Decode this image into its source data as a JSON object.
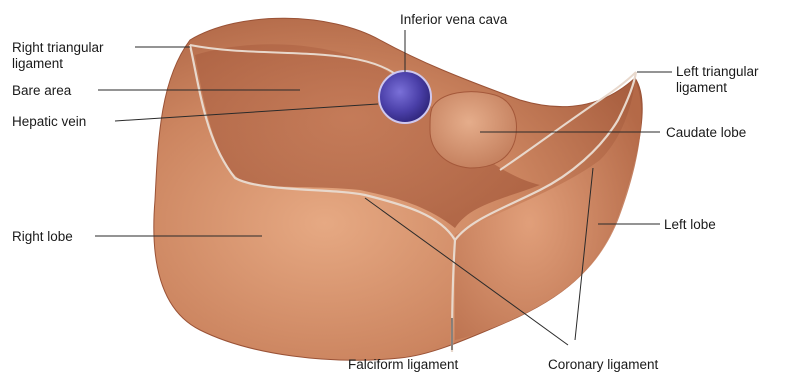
{
  "colors": {
    "liver_base": "#c9805a",
    "liver_light": "#e2a17c",
    "liver_dark": "#a4583a",
    "bare_area": "#b86e4c",
    "ligament_line": "#e8d8cc",
    "ivc": "#4a3fa8",
    "label_text": "#1a1a1a"
  },
  "icons": {
    "ivc": "vessel-cross-section-icon"
  },
  "labels": {
    "inferior_vena_cava": "Inferior vena cava",
    "right_triangular_ligament": "Right triangular\nligament",
    "left_triangular_ligament": "Left triangular\nligament",
    "bare_area": "Bare area",
    "hepatic_vein": "Hepatic vein",
    "caudate_lobe": "Caudate lobe",
    "right_lobe": "Right lobe",
    "left_lobe": "Left lobe",
    "falciform_ligament": "Falciform ligament",
    "coronary_ligament": "Coronary ligament"
  }
}
